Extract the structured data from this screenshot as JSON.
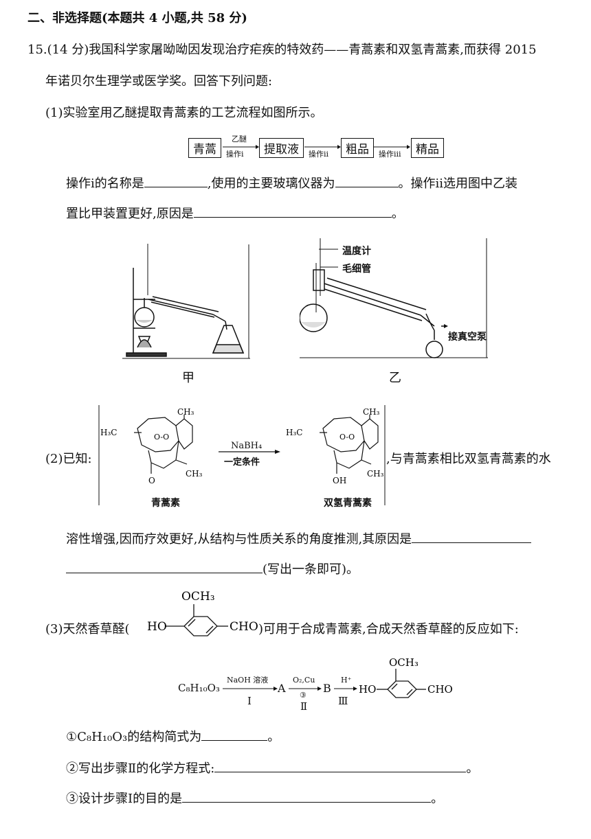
{
  "section_title": "二、非选择题(本题共 4 小题,共 58 分)",
  "q15": {
    "intro_line1": "15.(14 分)我国科学家屠呦呦因发现治疗疟疾的特效药——青蒿素和双氢青蒿素,而获得 2015",
    "intro_line2": "年诺贝尔生理学或医学奖。回答下列问题:",
    "p1_line": "(1)实验室用乙醚提取青蒿素的工艺流程如图所示。",
    "flow": {
      "box1": "青蒿",
      "arrow1_top": "乙醚",
      "arrow1_bottom": "操作ⅰ",
      "box2": "提取液",
      "arrow2_bottom": "操作ⅱ",
      "box3": "粗品",
      "arrow3_bottom": "操作ⅲ",
      "box4": "精品"
    },
    "p1_q_a": "操作ⅰ的名称是",
    "p1_q_b": ",使用的主要玻璃仪器为",
    "p1_q_c": "。操作ⅱ选用图中乙装",
    "p1_q_d": "置比甲装置更好,原因是",
    "p1_q_e": "。",
    "apparatus": {
      "label_jia": "甲",
      "label_yi": "乙",
      "thermometer": "温度计",
      "capillary": "毛细管",
      "vacuum": "接真空泵"
    },
    "p2_prefix": "(2)已知:",
    "p2_suffix": ",与青蒿素相比双氢青蒿素的水",
    "reaction": {
      "reagent_top": "NaBH₄",
      "reagent_bottom": "一定条件",
      "name_left": "青蒿素",
      "name_right": "双氢青蒿素",
      "ch3": "CH₃",
      "h3c": "H₃C",
      "o": "O",
      "oh": "OH",
      "oo": "O-O"
    },
    "p2_line2_a": "溶性增强,因而疗效更好,从结构与性质关系的角度推测,其原因是",
    "p2_line3_b": "(写出一条即可)。",
    "p3_a": "(3)天然香草醛(",
    "p3_b": ")可用于合成青蒿素,合成天然香草醛的反应如下:",
    "vanillin": {
      "ho": "HO",
      "cho": "CHO",
      "och3": "OCH₃"
    },
    "synthesis": {
      "start": "C₈H₁₀O₃",
      "r1_top": "NaOH 溶液",
      "r1_bottom": "Ⅰ",
      "a": "A",
      "r2_top": "O₂,Cu",
      "r2_mid": "③",
      "r2_bottom": "Ⅱ",
      "b": "B",
      "r3_top": "H⁺",
      "r3_bottom": "Ⅲ"
    },
    "sub1_a": "①C₈H₁₀O₃的结构简式为",
    "sub1_b": "。",
    "sub2_a": "②写出步骤Ⅱ的化学方程式:",
    "sub2_b": "。",
    "sub3_a": "③设计步骤Ⅰ的目的是",
    "sub3_b": "。"
  }
}
